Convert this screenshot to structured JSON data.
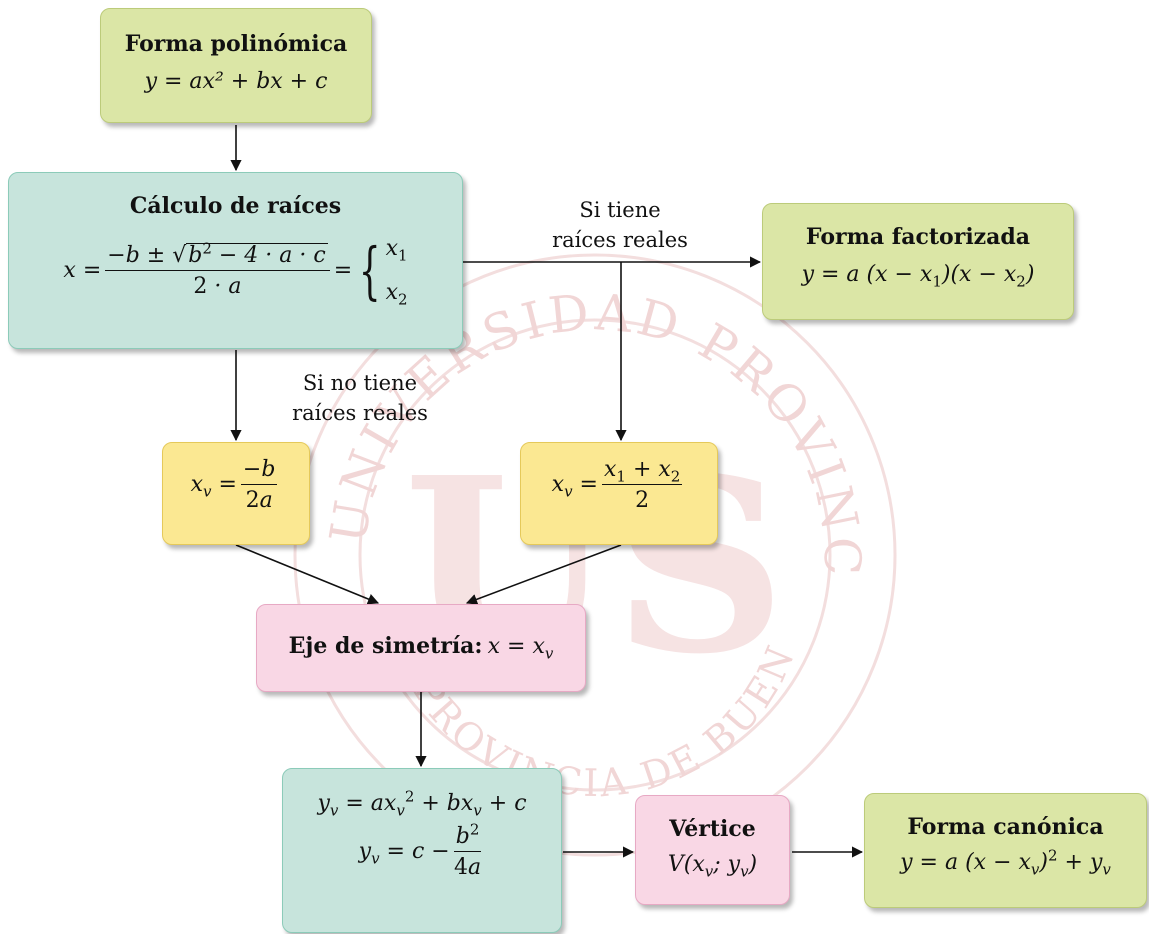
{
  "watermark": {
    "text_arc": "UNIVERSIDAD PROVINCIAL DEL SUDOESTE",
    "text_bottom": "PROVINCIA DE BUENOS AIRES",
    "letters": "US"
  },
  "nodes": {
    "polinomica": {
      "title": "Forma polinómica",
      "formula": "y = ax² + bx + c"
    },
    "raices": {
      "title": "Cálculo de raíces"
    },
    "factorizada": {
      "title": "Forma factorizada"
    },
    "xv_noreal": {},
    "xv_real": {},
    "eje": {
      "title": "Eje de simetría:"
    },
    "yv": {},
    "vertice": {
      "title": "Vértice"
    },
    "canonica": {
      "title": "Forma canónica"
    }
  },
  "edge_labels": {
    "real_line1": "Si tiene",
    "real_line2": "raíces reales",
    "noreal_line1": "Si no tiene",
    "noreal_line2": "raíces reales"
  },
  "colors": {
    "green": "#dbe6a6",
    "teal": "#c7e4dc",
    "yellow": "#fbe892",
    "pink": "#f9d7e5",
    "watermark": "#f1d6d6"
  }
}
